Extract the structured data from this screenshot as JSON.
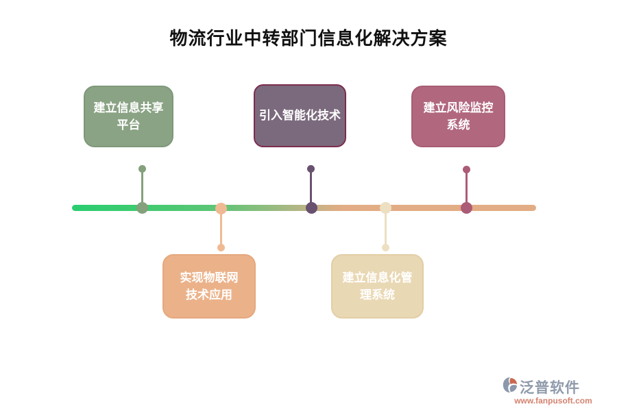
{
  "title": "物流行业中转部门信息化解决方案",
  "colors": {
    "background": "#FFFFFF",
    "title_text": "#111111",
    "timeline_gradient": [
      "#2BCC70",
      "#5FC576",
      "#C2B388",
      "#E2AC84"
    ],
    "box_text": "#FFFFFF"
  },
  "milestones": [
    {
      "label": "建立信息共享\n平台",
      "row": "top",
      "fill": "#8BA385",
      "border": "#7E9878",
      "dot_color": "#84A07C"
    },
    {
      "label": "实现物联网\n技术应用",
      "row": "bottom",
      "fill": "#EBB28A",
      "border": "#E5A87E",
      "dot_color": "#EFBA93"
    },
    {
      "label": "引入智能化技术",
      "row": "top",
      "fill": "#7B6A7D",
      "border": "#7C2C4D",
      "dot_color": "#695170"
    },
    {
      "label": "建立信息化管\n理系统",
      "row": "bottom",
      "fill": "#E9D8B4",
      "border": "#E2CEA6",
      "dot_color": "#EDDFC1"
    },
    {
      "label": "建立风险监控\n系统",
      "row": "top",
      "fill": "#B1687F",
      "border": "#A75C74",
      "dot_color": "#AC5B76"
    }
  ],
  "watermark": {
    "brand": "泛普软件",
    "url": "www.fanpusoft.com",
    "brand_color": "#8F9AAB",
    "url_color": "#D4826F",
    "logo_gray": "#8C98AB",
    "logo_orange": "#C96A50"
  }
}
